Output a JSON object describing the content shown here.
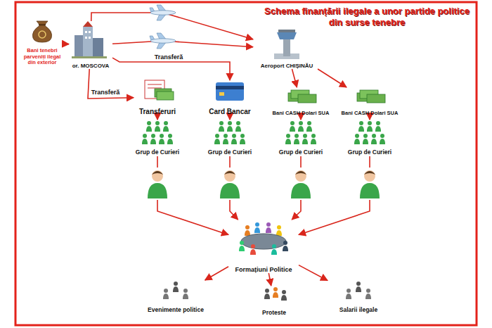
{
  "diagram": {
    "title": "Schema finanțării ilegale a unor partide politice din surse tenebre",
    "nodes": [
      {
        "text": [
          "Bani tenebri parveniți ilegal din exterior"
        ]
      },
      {
        "text": [
          "or. MOSCOVA"
        ]
      },
      {
        "text": [
          "Aeroport CHIȘINĂU"
        ]
      },
      {
        "text": [
          "Transferuri"
        ]
      },
      {
        "text": [
          "Card Bancar"
        ]
      },
      {
        "text": [
          "Bani CASH Dolari SUA"
        ]
      },
      {
        "text": [
          "Bani CASH Dolari SUA"
        ]
      },
      {
        "text": [
          "Grup de Curieri"
        ]
      },
      {
        "text": [
          "Grup de Curieri"
        ]
      },
      {
        "text": [
          "Grup de Curieri"
        ]
      },
      {
        "text": [
          "Grup de Curieri"
        ]
      },
      {
        "text": [
          "Formațiuni Politice"
        ]
      },
      {
        "text": [
          "Evenimente politice"
        ]
      },
      {
        "text": [
          "Proteste"
        ]
      },
      {
        "text": [
          "Salarii ilegale"
        ]
      }
    ],
    "edges": [
      {
        "from": 0,
        "to": 1,
        "arrow": "to"
      },
      {
        "from": 1,
        "to": 2,
        "arrow": "to"
      },
      {
        "from": 1,
        "to": 2,
        "arrow": "to"
      },
      {
        "from": 1,
        "to": 3,
        "label": "Transferă",
        "arrow": "to"
      },
      {
        "from": 1,
        "to": 4,
        "label": "Transferă",
        "arrow": "to"
      },
      {
        "from": 2,
        "to": 5,
        "arrow": "to"
      },
      {
        "from": 2,
        "to": 6,
        "arrow": "to"
      },
      {
        "from": 3,
        "to": 7,
        "arrow": "to"
      },
      {
        "from": 4,
        "to": 8,
        "arrow": "to"
      },
      {
        "from": 5,
        "to": 9,
        "arrow": "to"
      },
      {
        "from": 6,
        "to": 10,
        "arrow": "to"
      },
      {
        "from": 7,
        "to": 11,
        "arrow": "to"
      },
      {
        "from": 8,
        "to": 11,
        "arrow": "to"
      },
      {
        "from": 9,
        "to": 11,
        "arrow": "to"
      },
      {
        "from": 10,
        "to": 11,
        "arrow": "to"
      },
      {
        "from": 11,
        "to": 12,
        "arrow": "to"
      },
      {
        "from": 11,
        "to": 13,
        "arrow": "to"
      },
      {
        "from": 11,
        "to": 14,
        "arrow": "to"
      }
    ]
  }
}
